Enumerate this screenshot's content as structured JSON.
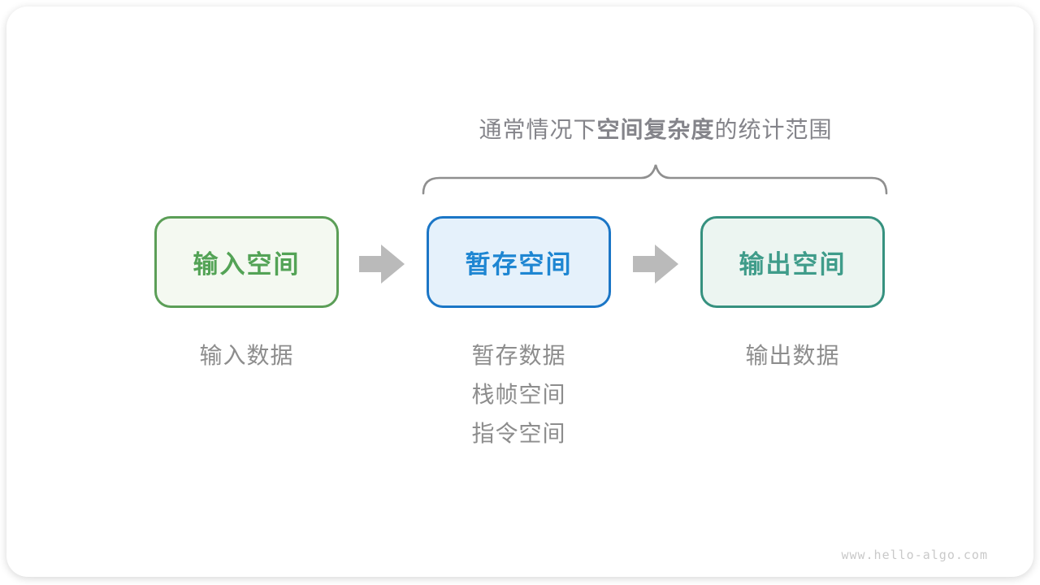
{
  "diagram": {
    "title": {
      "prefix": "通常情况下",
      "emphasis": "空间复杂度",
      "suffix": "的统计范围"
    },
    "title_color": "#84848a",
    "brace_color": "#8f8f8f",
    "arrow_color": "#bababa",
    "sublabel_color": "#8d8d8d",
    "nodes": [
      {
        "id": "input-space",
        "label": "输入空间",
        "text_color": "#53a356",
        "border_color": "#5b9e57",
        "bg_color": "#f4f9f1",
        "sublabels": [
          "输入数据"
        ]
      },
      {
        "id": "temporary-space",
        "label": "暂存空间",
        "text_color": "#1e86d2",
        "border_color": "#1b76c6",
        "bg_color": "#e5f1fb",
        "sublabels": [
          "暂存数据",
          "栈帧空间",
          "指令空间"
        ]
      },
      {
        "id": "output-space",
        "label": "输出空间",
        "text_color": "#3f9c8a",
        "border_color": "#36917f",
        "bg_color": "#ecf5f1",
        "sublabels": [
          "输出数据"
        ]
      }
    ]
  },
  "watermark": {
    "text": "www.hello-algo.com",
    "color": "#c9c9c9"
  }
}
